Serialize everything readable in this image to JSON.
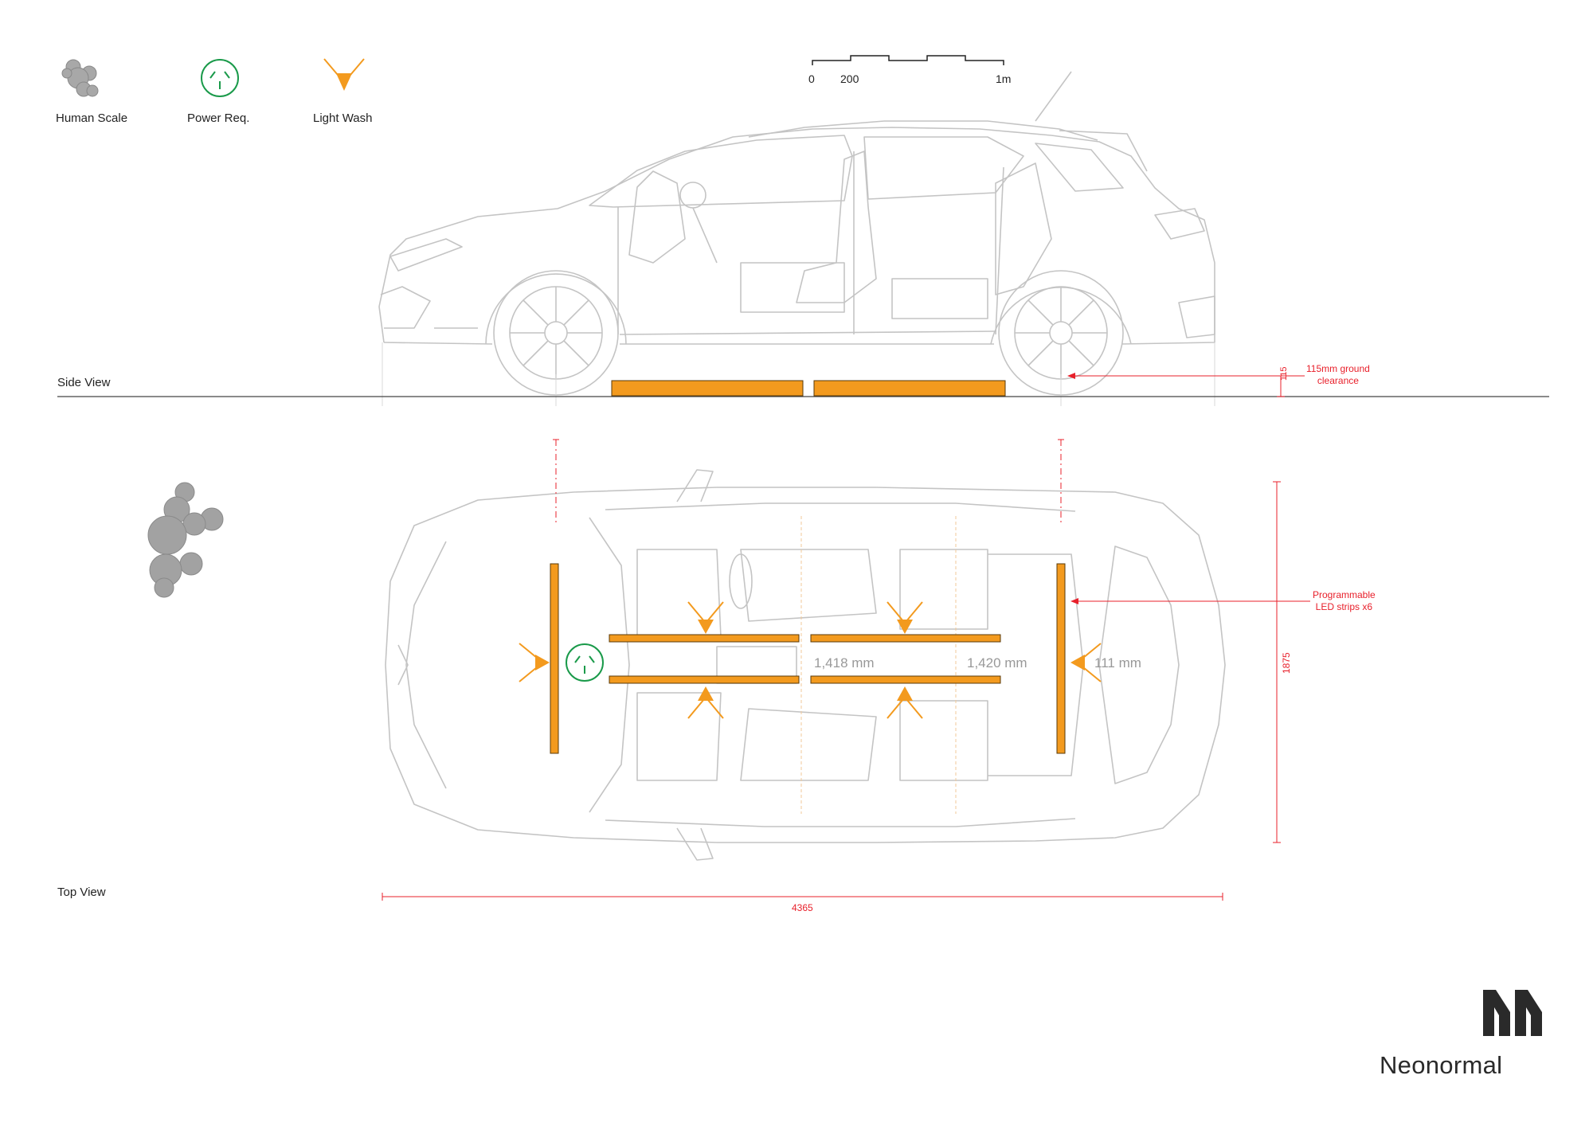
{
  "legend": {
    "human_scale": "Human Scale",
    "power_req": "Power Req.",
    "light_wash": "Light Wash"
  },
  "scale_bar": {
    "tick_0": "0",
    "tick_200": "200",
    "tick_1m": "1m"
  },
  "views": {
    "side_view": "Side View",
    "top_view": "Top View"
  },
  "annotations": {
    "ground_clearance_line1": "115mm ground",
    "ground_clearance_line2": "clearance",
    "ground_clearance_dim": "115",
    "led_strips_line1": "Programmable",
    "led_strips_line2": "LED strips x6",
    "width_dim": "1875",
    "length_dim": "4365",
    "dim_1418": "1,418 mm",
    "dim_1420": "1,420 mm",
    "dim_111": "111 mm"
  },
  "brand": {
    "name": "Neonormal"
  },
  "colors": {
    "led_orange": "#f39a1e",
    "dimension_red": "#e8202b",
    "power_green": "#1a9a4a",
    "human_grey": "#9a9a9a",
    "car_outline": "#c8c8c8"
  }
}
